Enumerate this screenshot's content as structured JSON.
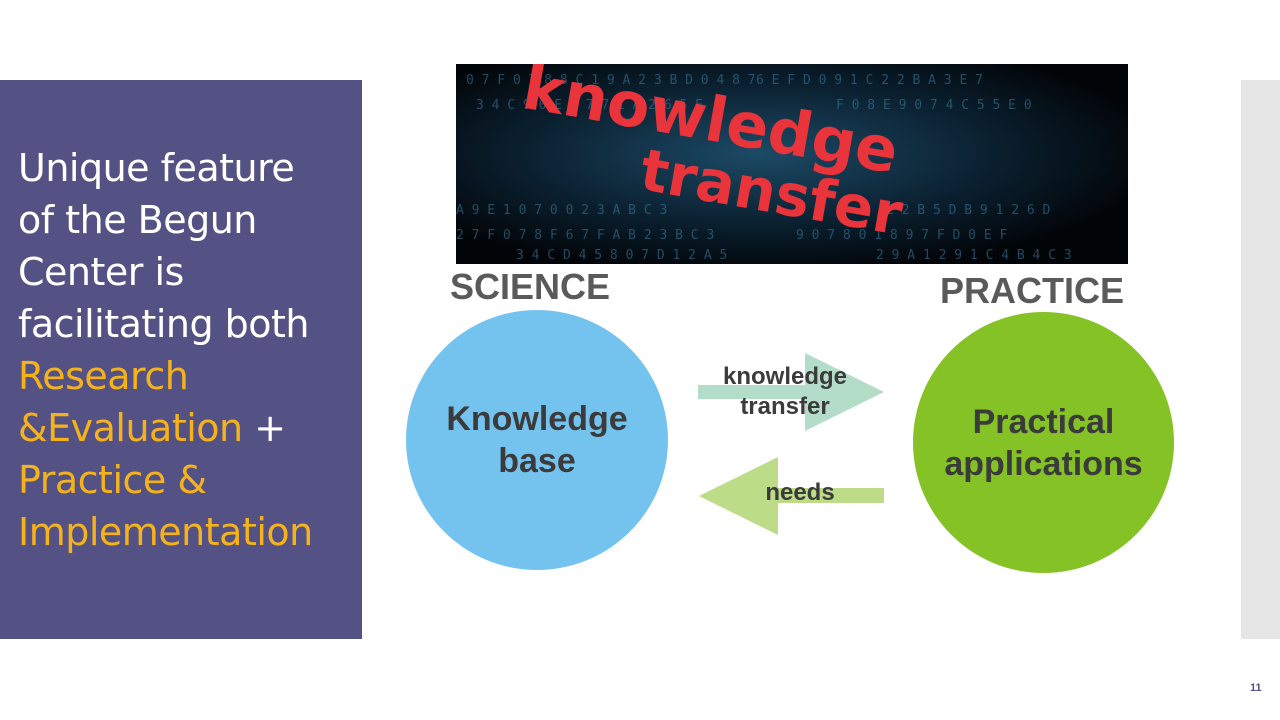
{
  "colors": {
    "panel": "#545284",
    "highlight": "#f5b21b",
    "science_circle": "#74c3ef",
    "practice_circle": "#84c225",
    "arrow_transfer": "#b3ddc8",
    "arrow_needs": "#bcdc88",
    "label_gray": "#5a5a5a"
  },
  "left": {
    "line1": "Unique feature",
    "line2": "of the Begun",
    "line3": "Center is",
    "line4": "facilitating both",
    "research": "Research",
    "evaluation": "&Evaluation",
    "plus": " +",
    "practice": "Practice &",
    "implementation": "Implementation"
  },
  "banner": {
    "word1": "knowledge",
    "word2": "transfer"
  },
  "diagram": {
    "science_label": "SCIENCE",
    "practice_label": "PRACTICE",
    "science_circle": [
      "Knowledge",
      "base"
    ],
    "practice_circle": [
      "Practical",
      "applications"
    ],
    "arrow_top": [
      "knowledge",
      "transfer"
    ],
    "arrow_bottom": "needs"
  },
  "page_number": "11"
}
